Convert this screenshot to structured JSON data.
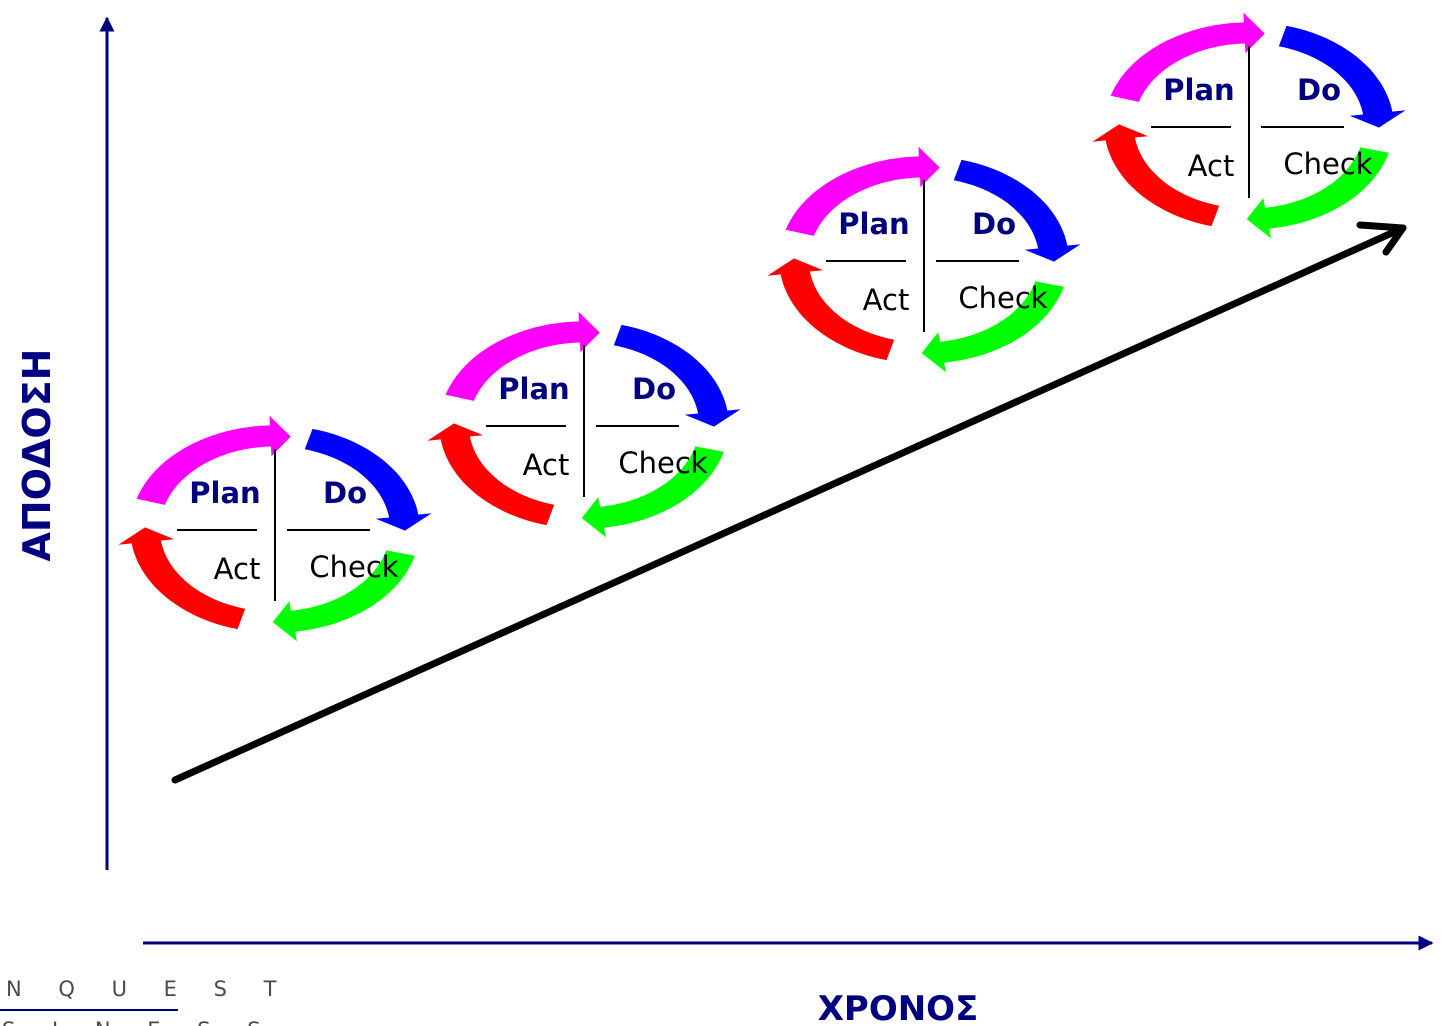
{
  "y_axis_label": "ΑΠΟΔΟΣΗ",
  "x_axis_label": "ΧΡΟΝΟΣ",
  "logo": {
    "line1": "N Q U E S T",
    "line2": "S I N E S S"
  },
  "cycle_labels": {
    "plan": "Plan",
    "do": "Do",
    "check": "Check",
    "act": "Act"
  },
  "cycles": [
    {
      "plan": "Plan",
      "do": "Do",
      "check": "Check",
      "act": "Act"
    },
    {
      "plan": "Plan",
      "do": "Do",
      "check": "Check",
      "act": "Act"
    },
    {
      "plan": "Plan",
      "do": "Do",
      "check": "Check",
      "act": "Act"
    },
    {
      "plan": "Plan",
      "do": "Do",
      "check": "Check",
      "act": "Act"
    }
  ],
  "colors": {
    "plan_arrow": "#ff00ff",
    "do_arrow": "#0000ff",
    "check_arrow": "#00ff00",
    "act_arrow": "#ff0000",
    "axis": "#000080",
    "trend_arrow": "#000000",
    "text_plan_do": "#000080"
  },
  "icons": {
    "trend": "trend-arrow",
    "cycle": "pdca-cycle"
  }
}
